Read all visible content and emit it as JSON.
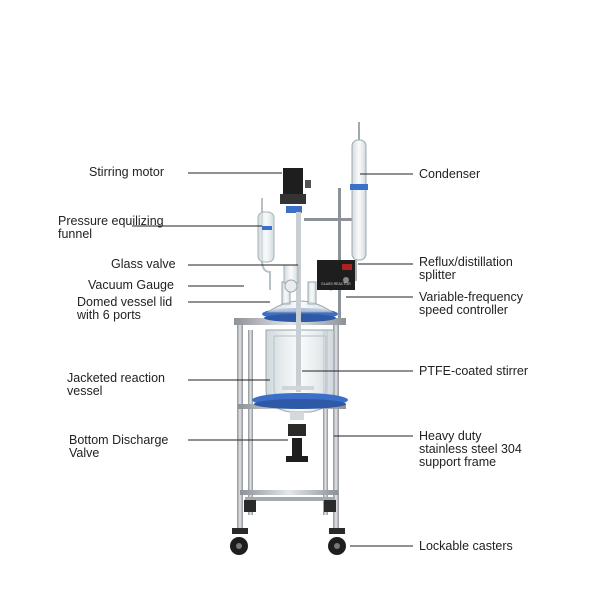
{
  "labels": {
    "stirring_motor": "Stirring motor",
    "pressure_funnel": "Pressure equilizing\nfunnel",
    "glass_valve": "Glass valve",
    "vacuum_gauge": "Vacuum Gauge",
    "vessel_lid": "Domed vessel lid\nwith 6 ports",
    "reaction_vessel": "Jacketed reaction\nvessel",
    "discharge_valve": "Bottom Discharge\nValve",
    "condenser": "Condenser",
    "splitter": "Reflux/distillation\nsplitter",
    "speed_controller": "Variable-frequency\nspeed controller",
    "stirrer": "PTFE-coated stirrer",
    "support_frame": "Heavy duty\nstainless steel 304\nsupport frame",
    "casters": "Lockable casters"
  },
  "controller_text": "GLASS REACTOR",
  "colors": {
    "accent_blue": "#3b6fc9",
    "steel": "#b8bcc2",
    "glass": "#dfe6ea",
    "leader": "#222222",
    "dark": "#1e1e1e"
  }
}
